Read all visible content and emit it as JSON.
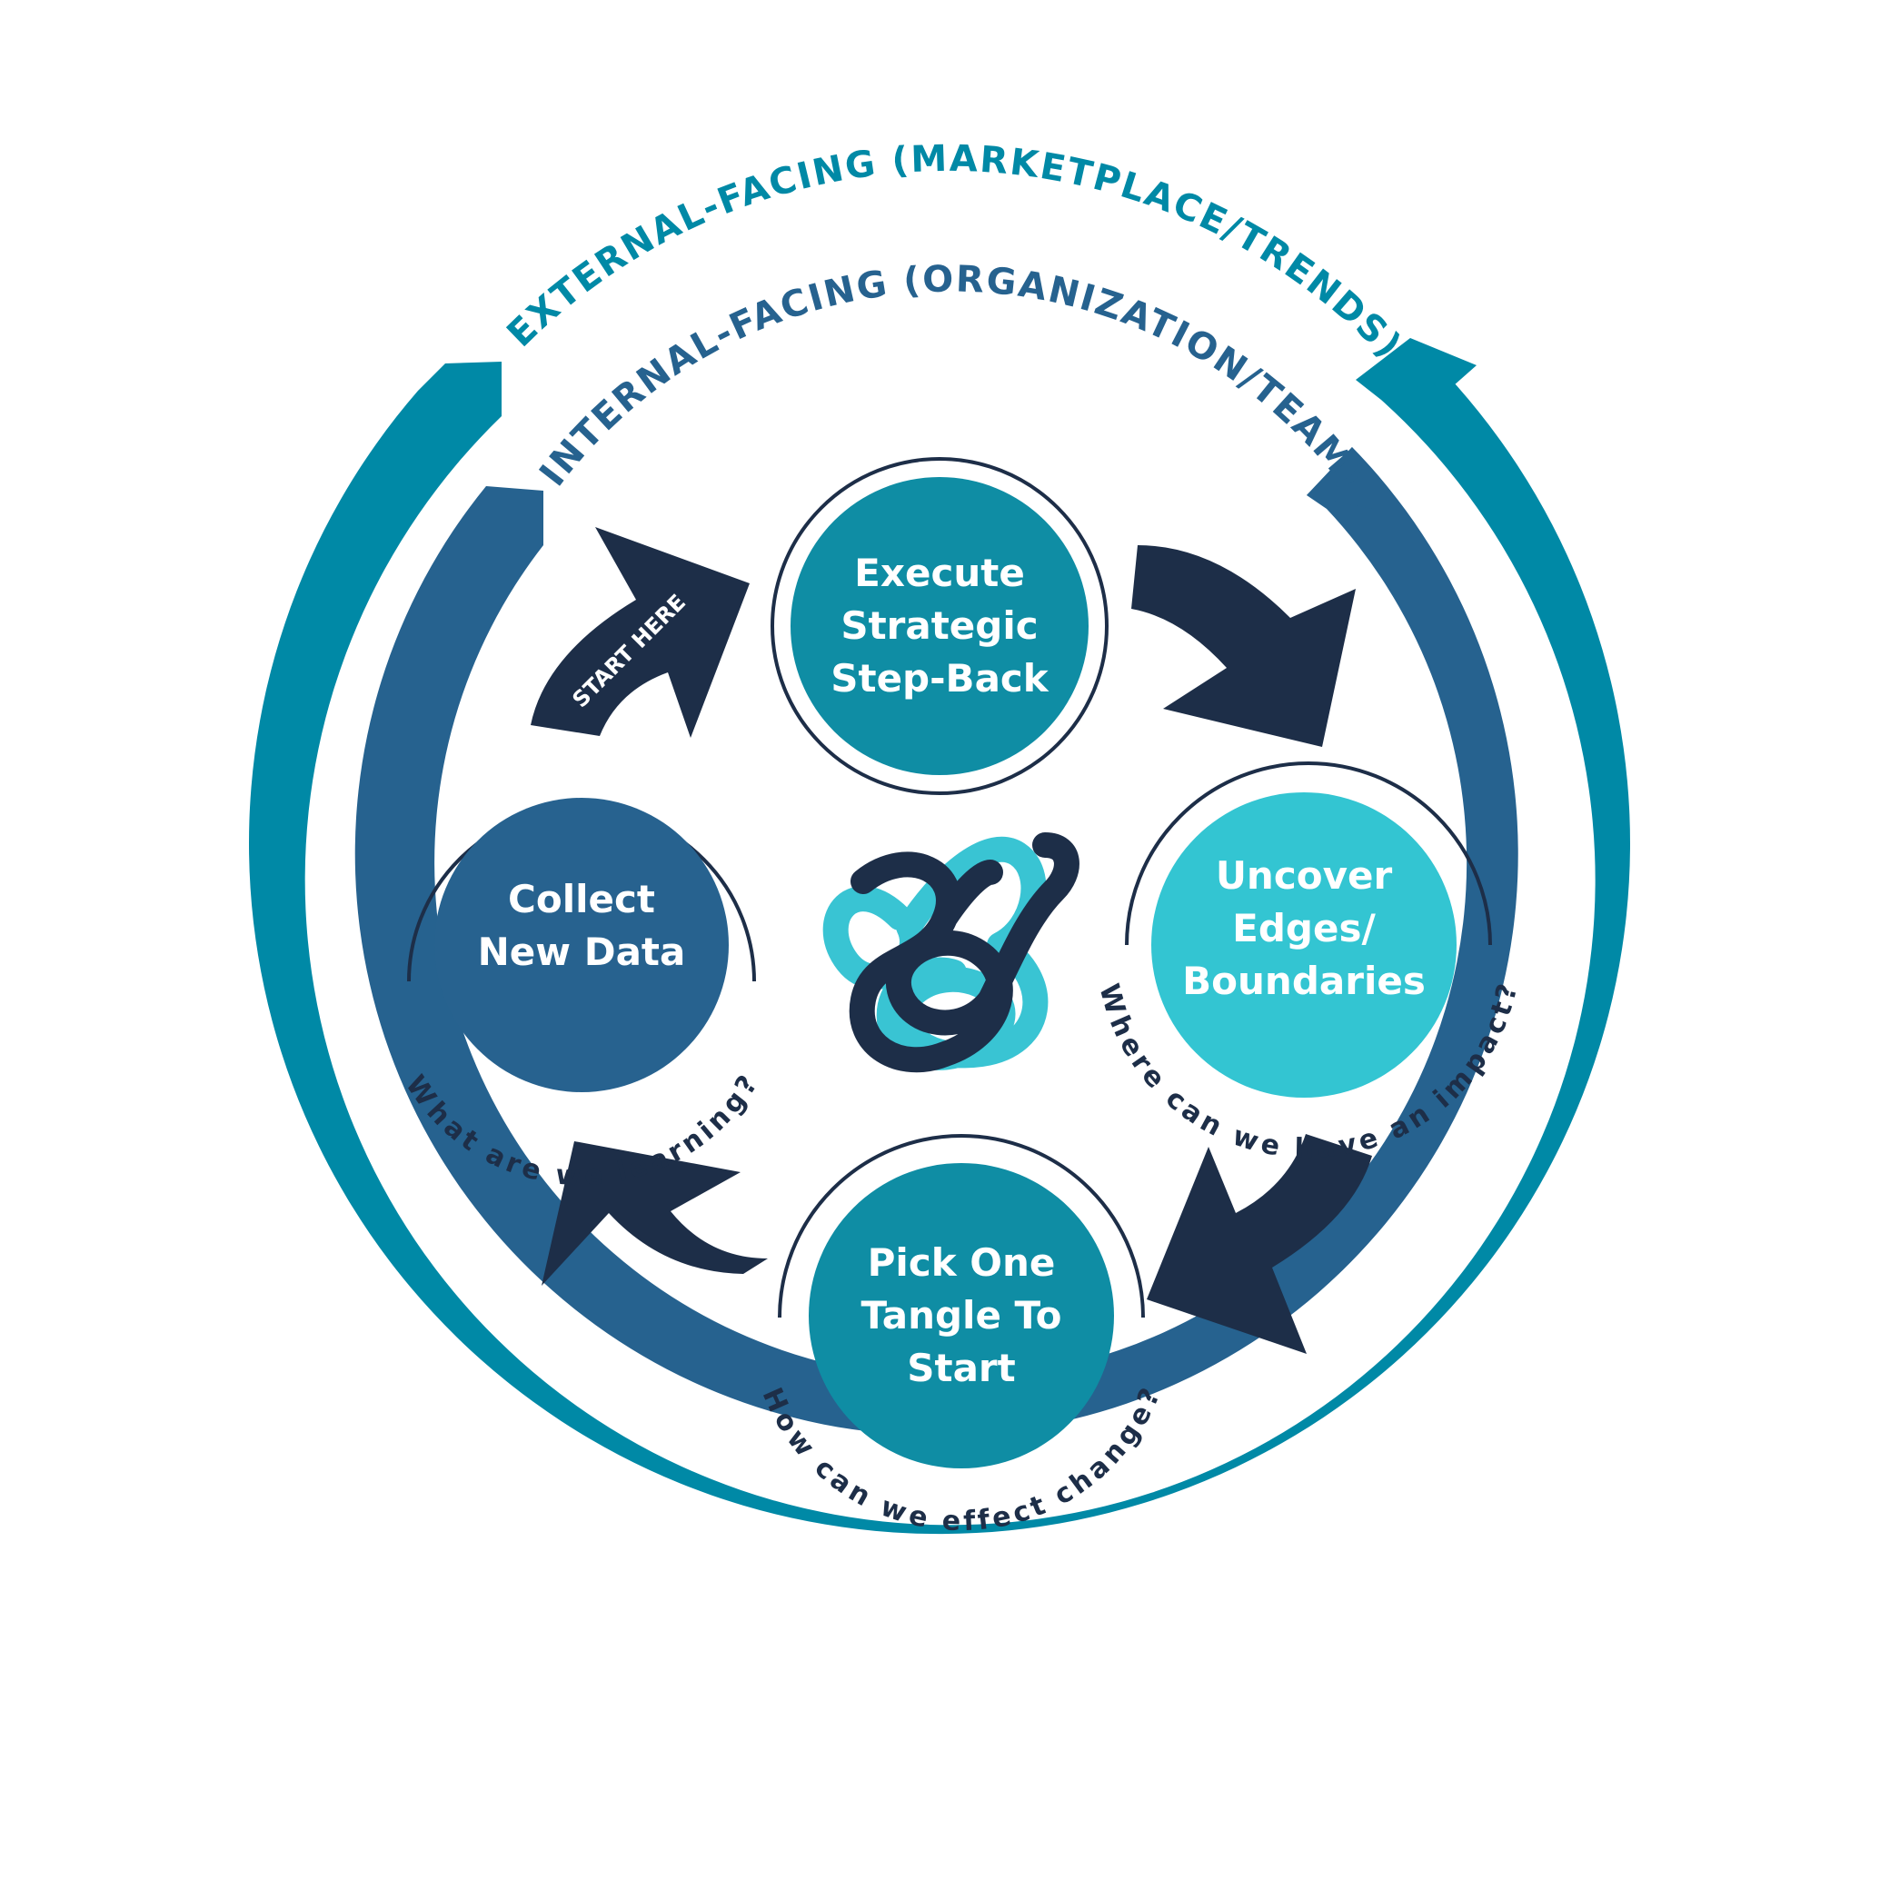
{
  "rings": {
    "external": {
      "label": "EXTERNAL-FACING (MARKETPLACE/TRENDS)",
      "color": "#0089a6"
    },
    "internal": {
      "label": "INTERNAL-FACING (ORGANIZATION/TEAM)",
      "color": "#26628f"
    }
  },
  "nodes": {
    "execute": {
      "lines": [
        "Execute",
        "Strategic",
        "Step-Back"
      ],
      "color": "#0f8da4"
    },
    "uncover": {
      "lines": [
        "Uncover",
        "Edges/",
        "Boundaries"
      ],
      "question": "Where can we have an impact?",
      "color": "#33c5d2"
    },
    "pick": {
      "lines": [
        "Pick One",
        "Tangle To",
        "Start"
      ],
      "question": "How can we effect change?",
      "color": "#0f8da4"
    },
    "collect": {
      "lines": [
        "Collect",
        "New Data"
      ],
      "question": "What are we learning?",
      "color": "#27628f"
    }
  },
  "start_label": "START HERE",
  "colors": {
    "arrow": "#1d2e48",
    "tangle_light": "#39c4d3",
    "tangle_dark": "#1d2e48"
  }
}
